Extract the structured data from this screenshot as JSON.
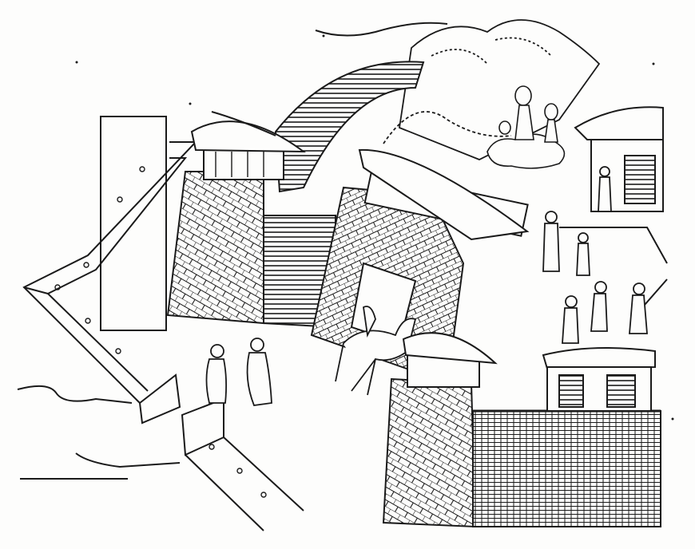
{
  "image": {
    "kind": "woodblock-print-illustration",
    "colors": {
      "ink": "#1a1a1a",
      "paper": "#fdfdfc"
    },
    "subjects": [
      "gate-towers-on-stone-walls",
      "arched-bridge-or-ramp",
      "rolling-hills",
      "figures-and-horse",
      "courtyard-buildings",
      "blank-cartouche-panel"
    ]
  }
}
